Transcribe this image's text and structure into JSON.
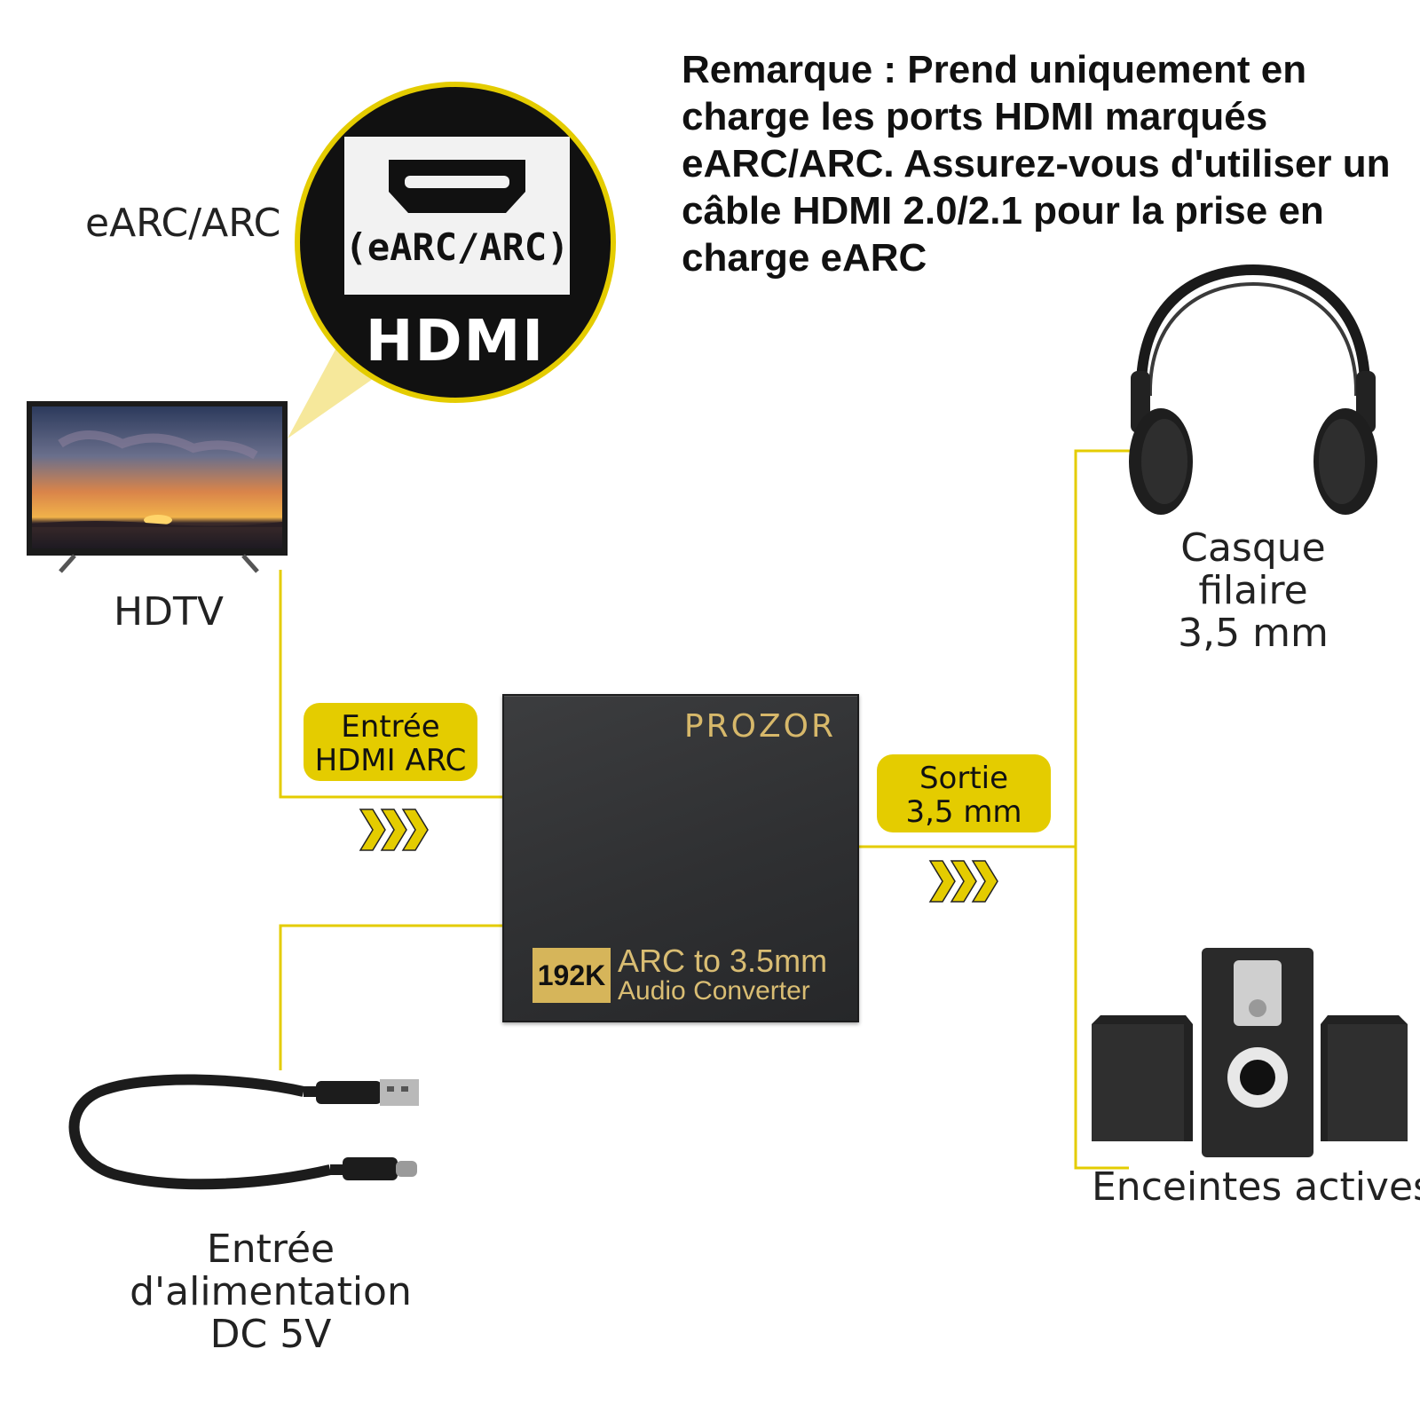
{
  "note": "Remarque : Prend uniquement en charge les ports HDMI marqués eARC/ARC. Assurez-vous d'utiliser un câble HDMI 2.0/2.1 pour la prise en charge eARC",
  "callout": {
    "side_label": "eARC/ARC",
    "port_label": "(eARC/ARC)",
    "connector_label": "HDMI"
  },
  "hdtv_label": "HDTV",
  "input_pill": {
    "line1": "Entrée",
    "line2": "HDMI ARC"
  },
  "output_pill": {
    "line1": "Sortie",
    "line2": "3,5 mm"
  },
  "device": {
    "brand": "PROZOR",
    "badge": "192K",
    "line1": "ARC to 3.5mm",
    "line2": "Audio Converter"
  },
  "headphones_label": {
    "line1": "Casque filaire",
    "line2": "3,5 mm"
  },
  "speakers_label": "Enceintes actives",
  "power_label": {
    "line1": "Entrée d'alimentation",
    "line2": "DC 5V"
  },
  "colors": {
    "accent": "#e4cc00",
    "device_body": "#2f3032",
    "device_text": "#d9bd73"
  }
}
